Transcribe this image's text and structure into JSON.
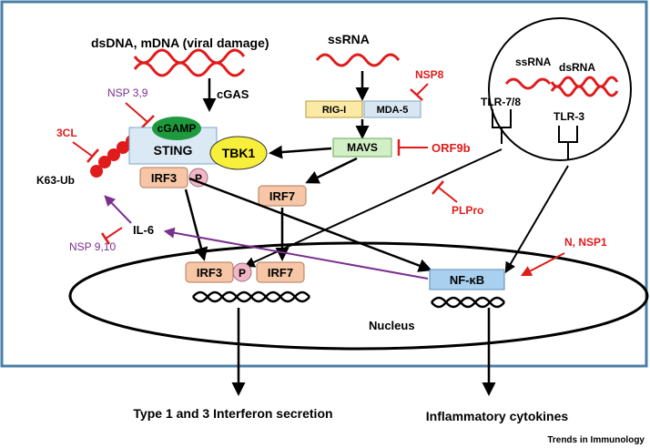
{
  "labels": {
    "dsdna": "dsDNA, mDNA (viral damage)",
    "cgas": "cGAS",
    "nsp39": "NSP 3,9",
    "cl3": "3CL",
    "k63ub": "K63-Ub",
    "cgamp": "cGAMP",
    "sting": "STING",
    "tbk1": "TBK1",
    "irf3_top": "IRF3",
    "p_top": "P",
    "il6": "IL-6",
    "nsp910": "NSP 9,10",
    "ssrna_mid": "ssRNA",
    "nsp8": "NSP8",
    "rigi": "RIG-I",
    "mda5": "MDA-5",
    "mavs": "MAVS",
    "orf9b": "ORF9b",
    "irf7_top": "IRF7",
    "plpro": "PLPro",
    "ssrna_tlr": "ssRNA",
    "dsrna_tlr": "dsRNA",
    "tlr78": "TLR-7/8",
    "tlr3": "TLR-3",
    "n_nsp1": "N, NSP1",
    "irf3_nuc": "IRF3",
    "p_nuc": "P",
    "irf7_nuc": "IRF7",
    "nfkb": "NF-κB",
    "nucleus": "Nucleus",
    "interferon": "Type 1 and 3 Interferon secretion",
    "cytokines": "Inflammatory cytokines",
    "journal": "Trends in Immunology"
  },
  "colors": {
    "frame": "#4a7fa5",
    "viral_red": "#e01b1b",
    "inhibitor_purple": "#7b2f8e",
    "sting_fill": "#dbe9f5",
    "cgamp_fill": "#1e9a3e",
    "tbk1_fill": "#f7ef3a",
    "irf_fill": "#f6c6a6",
    "p_fill": "#f0b7c8",
    "rigi_fill": "#fbe9a6",
    "mda5_fill": "#d9e6f2",
    "mavs_fill": "#d2efc6",
    "nfkb_fill": "#a9d0ef"
  }
}
